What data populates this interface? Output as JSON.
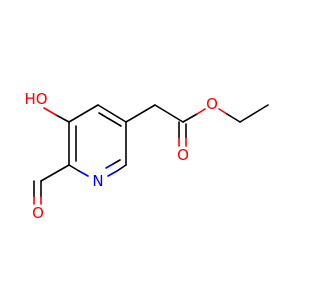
{
  "molecule": {
    "atoms": {
      "hydroxyl": "HO",
      "ring_nitrogen": "N",
      "aldehyde_oxygen": "O",
      "ester_carbonyl_oxygen": "O",
      "ester_ether_oxygen": "O"
    },
    "colors": {
      "bond": "#000000",
      "oxygen": "#ff0000",
      "nitrogen": "#0000ff"
    }
  }
}
